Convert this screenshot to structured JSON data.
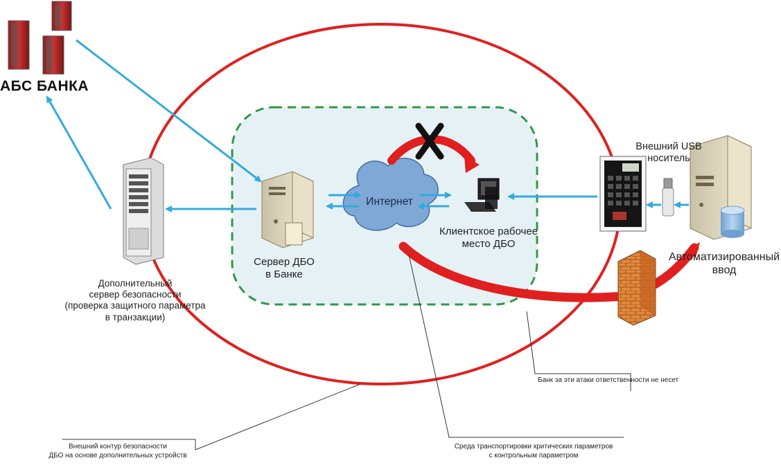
{
  "labels": {
    "abs_bank": "АБС БАНКА",
    "server_dbo": [
      "Сервер ДБО",
      "в Банке"
    ],
    "security_server": [
      "Дополнительный",
      "сервер  безопасности",
      "(проверка защитного параметра",
      "в транзакции)"
    ],
    "internet": "Интернет",
    "client_workstation": [
      "Клиентское рабочее",
      "место ДБО"
    ],
    "usb_carrier": [
      "Внешний USB",
      "носитель"
    ],
    "automated_input": [
      "Автоматизированный",
      "ввод"
    ]
  },
  "notes": {
    "bank_not_responsible": "Банк за эти атаки ответственности не несет",
    "outer_contour": [
      "Внешний контур безопасности",
      "ДБО на основе дополнительных устройств"
    ],
    "transport_env": [
      "Среда транспортировки критических параметров",
      "с контрольным параметром"
    ]
  },
  "colors": {
    "red_contour": "#e01f1f",
    "blue_arrow": "#33aadd",
    "green_dashed": "#2e9a45",
    "inner_fill": "#e6f1f6",
    "cloud": "#7fa8d6",
    "firewall": "#d9772c",
    "block_mark": "#111111"
  },
  "icons": [
    "server-rack-icon",
    "server-tower-icon",
    "cloud-icon",
    "computer-icon",
    "keypad-device-icon",
    "usb-drive-icon",
    "database-icon",
    "firewall-icon",
    "block-x-icon"
  ]
}
